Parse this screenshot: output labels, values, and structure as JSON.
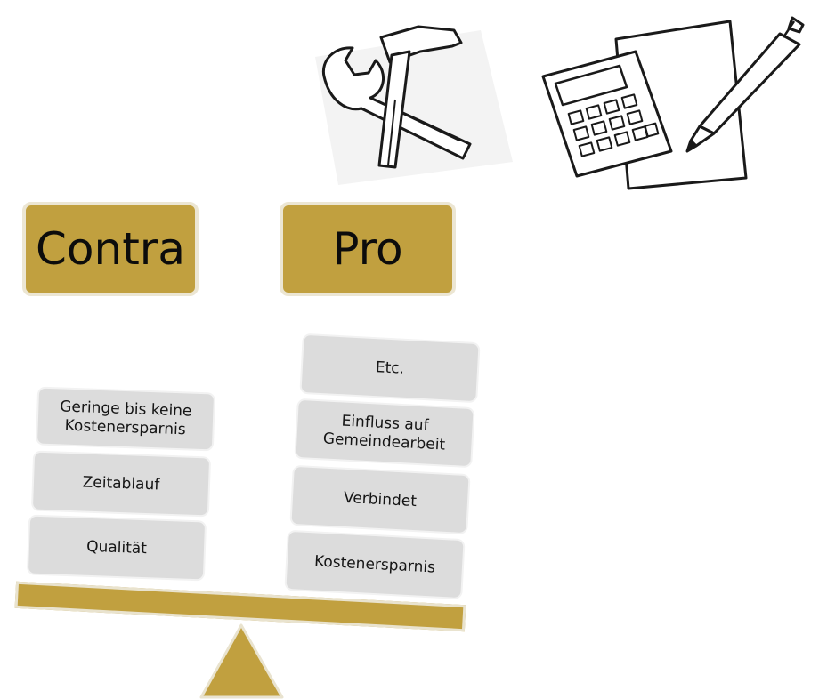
{
  "headers": {
    "contra": "Contra",
    "pro": "Pro"
  },
  "contra_items": [
    "Geringe bis keine Kostenersparnis",
    "Zeitablauf",
    "Qualität"
  ],
  "pro_items": [
    "Etc.",
    "Einfluss auf Gemeindearbeit",
    "Verbindet",
    "Kostenersparnis"
  ],
  "icons": [
    "wrench-icon",
    "hammer-icon",
    "calculator-icon",
    "pen-icon",
    "paper-icon"
  ],
  "colors": {
    "gold": "#c1a03f",
    "card": "#dcdcdc"
  }
}
